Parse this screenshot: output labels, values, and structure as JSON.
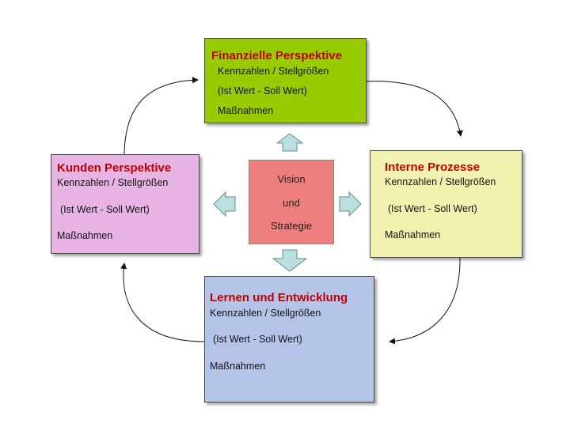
{
  "boxes": {
    "finanzielle": {
      "title": "Finanzielle Perspektive",
      "line1": "Kennzahlen / Stellgrößen",
      "line2": "(Ist Wert - Soll Wert)",
      "line3": "Maßnahmen"
    },
    "interne": {
      "title": "Interne Prozesse",
      "line1": "Kennzahlen / Stellgrößen",
      "line2": "(Ist Wert - Soll Wert)",
      "line3": "Maßnahmen"
    },
    "kunden": {
      "title": "Kunden Perspektive",
      "line1": "Kennzahlen / Stellgrößen",
      "line2": "(Ist Wert - Soll Wert)",
      "line3": "Maßnahmen"
    },
    "lernen": {
      "title": "Lernen und Entwicklung",
      "line1": "Kennzahlen / Stellgrößen",
      "line2": "(Ist Wert - Soll Wert)",
      "line3": "Maßnahmen"
    }
  },
  "center": {
    "line1": "Vision",
    "line2": "und",
    "line3": "Strategie"
  },
  "colors": {
    "title_red": "#c00000",
    "finanzielle_bg": "#99cc00",
    "interne_bg": "#f2f2b0",
    "kunden_bg": "#e8b4e4",
    "lernen_bg": "#b4c4e8",
    "center_bg": "#ee7f7f",
    "block_arrow_fill": "#b8e0e0"
  }
}
